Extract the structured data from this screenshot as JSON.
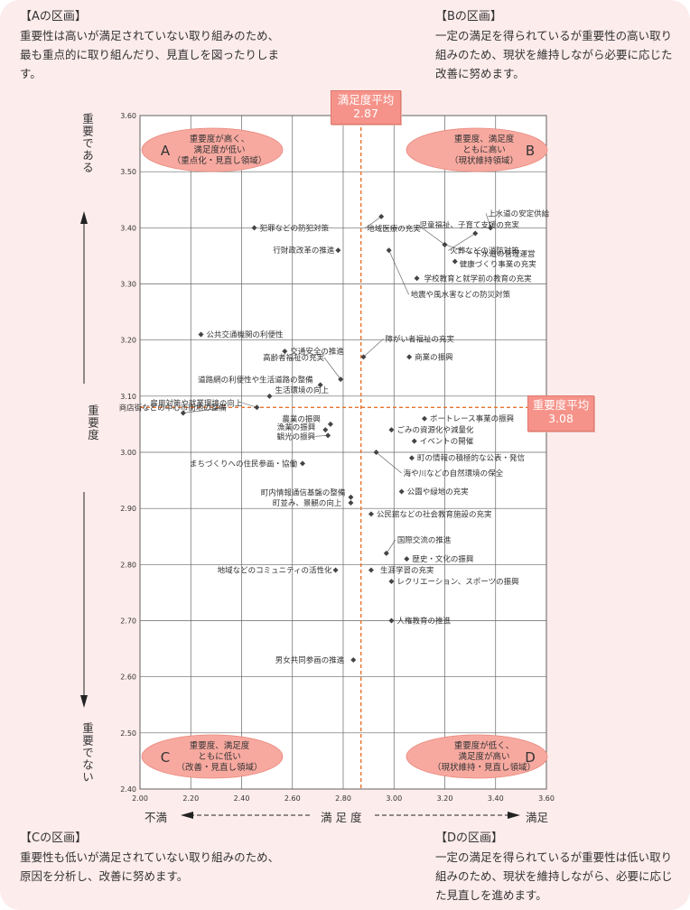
{
  "corners": {
    "a": {
      "head": "【Aの区画】",
      "body": "重要性は高いが満足されていない取り組みのため、最も重点的に取り組んだり、見直しを図ったりします。"
    },
    "b": {
      "head": "【Bの区画】",
      "body": "一定の満足を得られているが重要性の高い取り組みのため、現状を維持しながら必要に応じた改善に努めます。"
    },
    "c": {
      "head": "【Cの区画】",
      "body": "重要性も低いが満足されていない取り組みのため、原因を分析し、改善に努めます。"
    },
    "d": {
      "head": "【Dの区画】",
      "body": "一定の満足を得られているが重要性は低い取り組みのため、現状を維持しながら、必要に応じた見直しを進めます。"
    }
  },
  "avg_x": {
    "title": "満足度平均",
    "value": "2.87"
  },
  "avg_y": {
    "title": "重要度平均",
    "value": "3.08"
  },
  "y_labels": {
    "top": "重要である",
    "mid": "重要度",
    "bottom": "重要でない"
  },
  "x_labels": {
    "left": "不満",
    "mid": "満足度",
    "right": "満足"
  },
  "colors": {
    "accent": "#f5938a",
    "avg_line": "#e8722c",
    "ellipse": "#f7a9a0",
    "point": "#444444"
  },
  "chart_data": {
    "type": "scatter",
    "xlabel": "満足度",
    "ylabel": "重要度",
    "xlim": [
      2.0,
      3.6
    ],
    "ylim": [
      2.4,
      3.6
    ],
    "x_ticks": [
      "2.00",
      "2.20",
      "2.40",
      "2.60",
      "2.80",
      "3.00",
      "3.20",
      "3.40",
      "3.60"
    ],
    "y_ticks": [
      "2.40",
      "2.50",
      "2.60",
      "2.70",
      "2.80",
      "2.90",
      "3.00",
      "3.10",
      "3.20",
      "3.30",
      "3.40",
      "3.50",
      "3.60"
    ],
    "grid": true,
    "averages": {
      "x": 2.87,
      "y": 3.08
    },
    "quadrants": [
      {
        "letter": "A",
        "lines": [
          "重要度が高く、",
          "満足度が低い",
          "（重点化・見直し領域）"
        ]
      },
      {
        "letter": "B",
        "lines": [
          "重要度、満足度",
          "ともに高い",
          "（現状維持領域）"
        ]
      },
      {
        "letter": "C",
        "lines": [
          "重要度、満足度",
          "ともに低い",
          "（改善・見直し領域）"
        ]
      },
      {
        "letter": "D",
        "lines": [
          "重要度が低く、",
          "満足度が高い",
          "（現状維持・見直し領域）"
        ]
      }
    ],
    "points": [
      {
        "label": "児童福祉、子育て支援の充実",
        "x": 3.2,
        "y": 3.37
      },
      {
        "label": "上水道の安定供給",
        "x": 3.38,
        "y": 3.4
      },
      {
        "label": "地域医療の充実",
        "x": 2.95,
        "y": 3.42
      },
      {
        "label": "下水道の管理運営",
        "x": 3.2,
        "y": 3.37
      },
      {
        "label": "火葬などの消防対策",
        "x": 3.32,
        "y": 3.39
      },
      {
        "label": "健康づくり事業の充実",
        "x": 3.24,
        "y": 3.34
      },
      {
        "label": "学校教育と就学前の教育の充実",
        "x": 3.09,
        "y": 3.31
      },
      {
        "label": "地震や風水害などの防災対策",
        "x": 2.98,
        "y": 3.36
      },
      {
        "label": "犯罪などの防犯対策",
        "x": 2.45,
        "y": 3.4
      },
      {
        "label": "行財政改革の推進",
        "x": 2.78,
        "y": 3.36
      },
      {
        "label": "公共交通機関の利便性",
        "x": 2.24,
        "y": 3.21
      },
      {
        "label": "障がい者福祉の充実",
        "x": 2.88,
        "y": 3.17
      },
      {
        "label": "商業の振興",
        "x": 3.06,
        "y": 3.17
      },
      {
        "label": "交通安全の推進",
        "x": 2.57,
        "y": 3.18
      },
      {
        "label": "高齢者福祉の充実",
        "x": 2.79,
        "y": 3.13
      },
      {
        "label": "道路網の利便性や生活道路の整備",
        "x": 2.71,
        "y": 3.12
      },
      {
        "label": "生活環境の向上",
        "x": 2.51,
        "y": 3.1
      },
      {
        "label": "雇用対策や就業環境の向上",
        "x": 2.46,
        "y": 3.08
      },
      {
        "label": "商店街などの中心市街地の整備",
        "x": 2.17,
        "y": 3.07
      },
      {
        "label": "農業の振興",
        "x": 2.75,
        "y": 3.05
      },
      {
        "label": "漁業の振興",
        "x": 2.73,
        "y": 3.04
      },
      {
        "label": "観光の振興",
        "x": 2.74,
        "y": 3.03
      },
      {
        "label": "ボートレース事業の振興",
        "x": 3.12,
        "y": 3.06
      },
      {
        "label": "ごみの資源化や減量化",
        "x": 2.99,
        "y": 3.04
      },
      {
        "label": "イベントの開催",
        "x": 3.08,
        "y": 3.02
      },
      {
        "label": "まちづくりへの住民参画・協働",
        "x": 2.64,
        "y": 2.98
      },
      {
        "label": "町の情報の積極的な公表・発信",
        "x": 3.07,
        "y": 2.99
      },
      {
        "label": "海や川などの自然環境の保全",
        "x": 2.93,
        "y": 3.0
      },
      {
        "label": "町内情報通信基盤の整備",
        "x": 2.83,
        "y": 2.92
      },
      {
        "label": "町並み、景観の向上",
        "x": 2.83,
        "y": 2.91
      },
      {
        "label": "公園や緑地の充実",
        "x": 3.03,
        "y": 2.93
      },
      {
        "label": "公民館などの社会教育施設の充実",
        "x": 2.91,
        "y": 2.89
      },
      {
        "label": "国際交流の推進",
        "x": 2.97,
        "y": 2.82
      },
      {
        "label": "歴史・文化の振興",
        "x": 3.05,
        "y": 2.81
      },
      {
        "label": "地域などのコミュニティの活性化",
        "x": 2.77,
        "y": 2.79
      },
      {
        "label": "生涯学習の充実",
        "x": 2.91,
        "y": 2.79
      },
      {
        "label": "レクリエーション、スポーツの振興",
        "x": 2.99,
        "y": 2.77
      },
      {
        "label": "人権教育の推進",
        "x": 2.99,
        "y": 2.7
      },
      {
        "label": "男女共同参画の推進",
        "x": 2.84,
        "y": 2.63
      }
    ]
  }
}
